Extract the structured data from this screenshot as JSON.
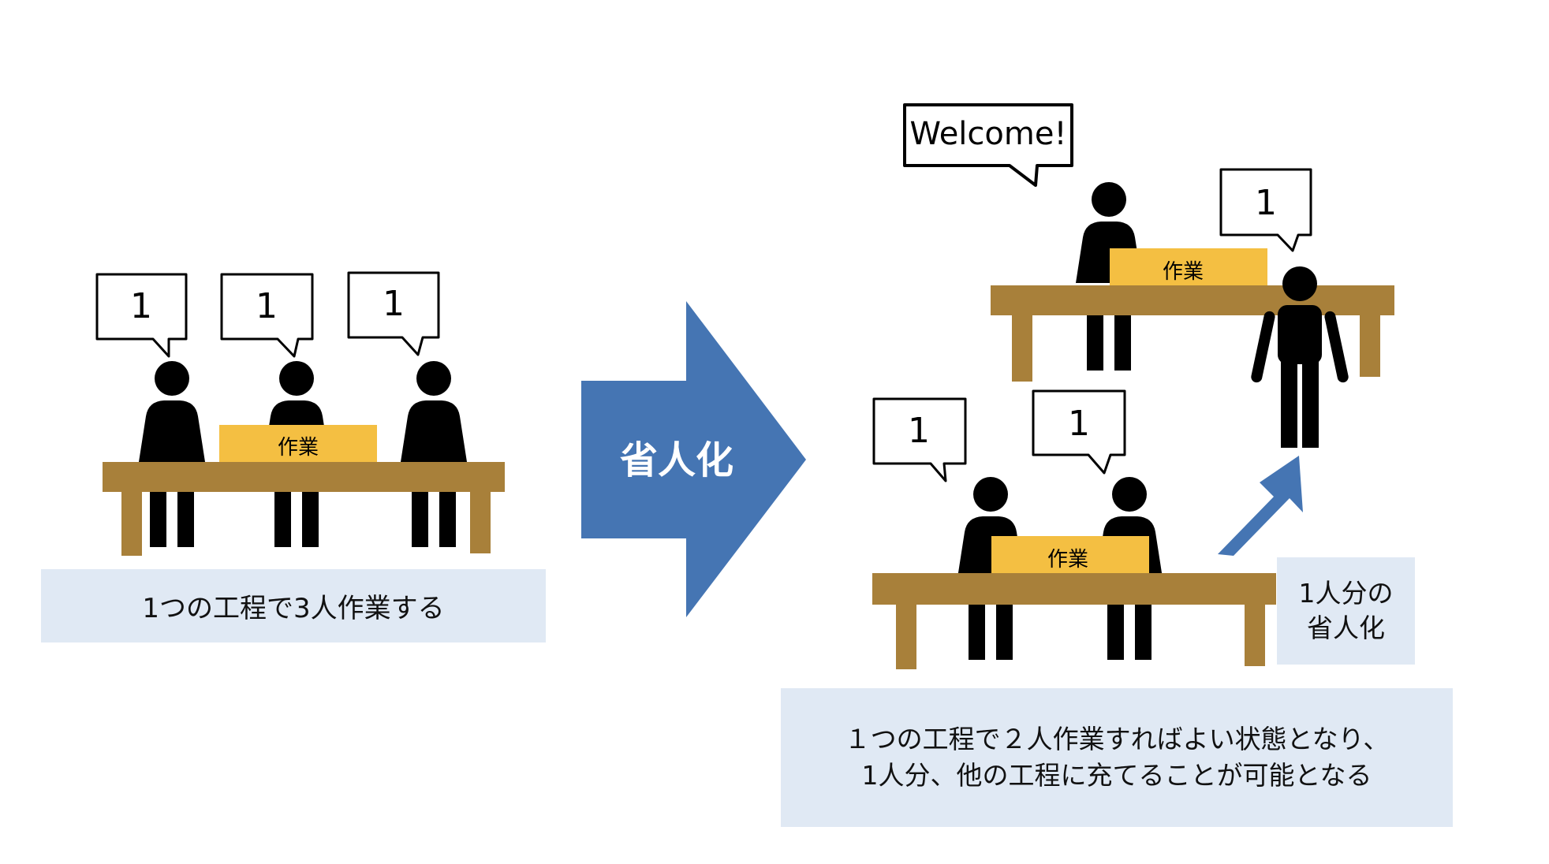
{
  "left_scene": {
    "bubbles": [
      "1",
      "1",
      "1"
    ],
    "task_label": "作業",
    "caption": "1つの工程で3人作業する"
  },
  "arrow": {
    "label": "省人化",
    "color": "#4575b3"
  },
  "right_top_scene": {
    "welcome_bubble": "Welcome!",
    "worker_bubble": "1",
    "task_label": "作業"
  },
  "right_bottom_scene": {
    "bubbles": [
      "1",
      "1"
    ],
    "task_label": "作業"
  },
  "small_caption": {
    "line1": "1人分の",
    "line2": "省人化"
  },
  "bottom_caption": {
    "line1": "１つの工程で２人作業すればよい状態となり、",
    "line2": "1人分、他の工程に充てることが可能となる"
  },
  "colors": {
    "table": "#a8803a",
    "task_box": "#f4bf42",
    "caption_bg": "#e0e9f4",
    "figure": "#000000"
  }
}
